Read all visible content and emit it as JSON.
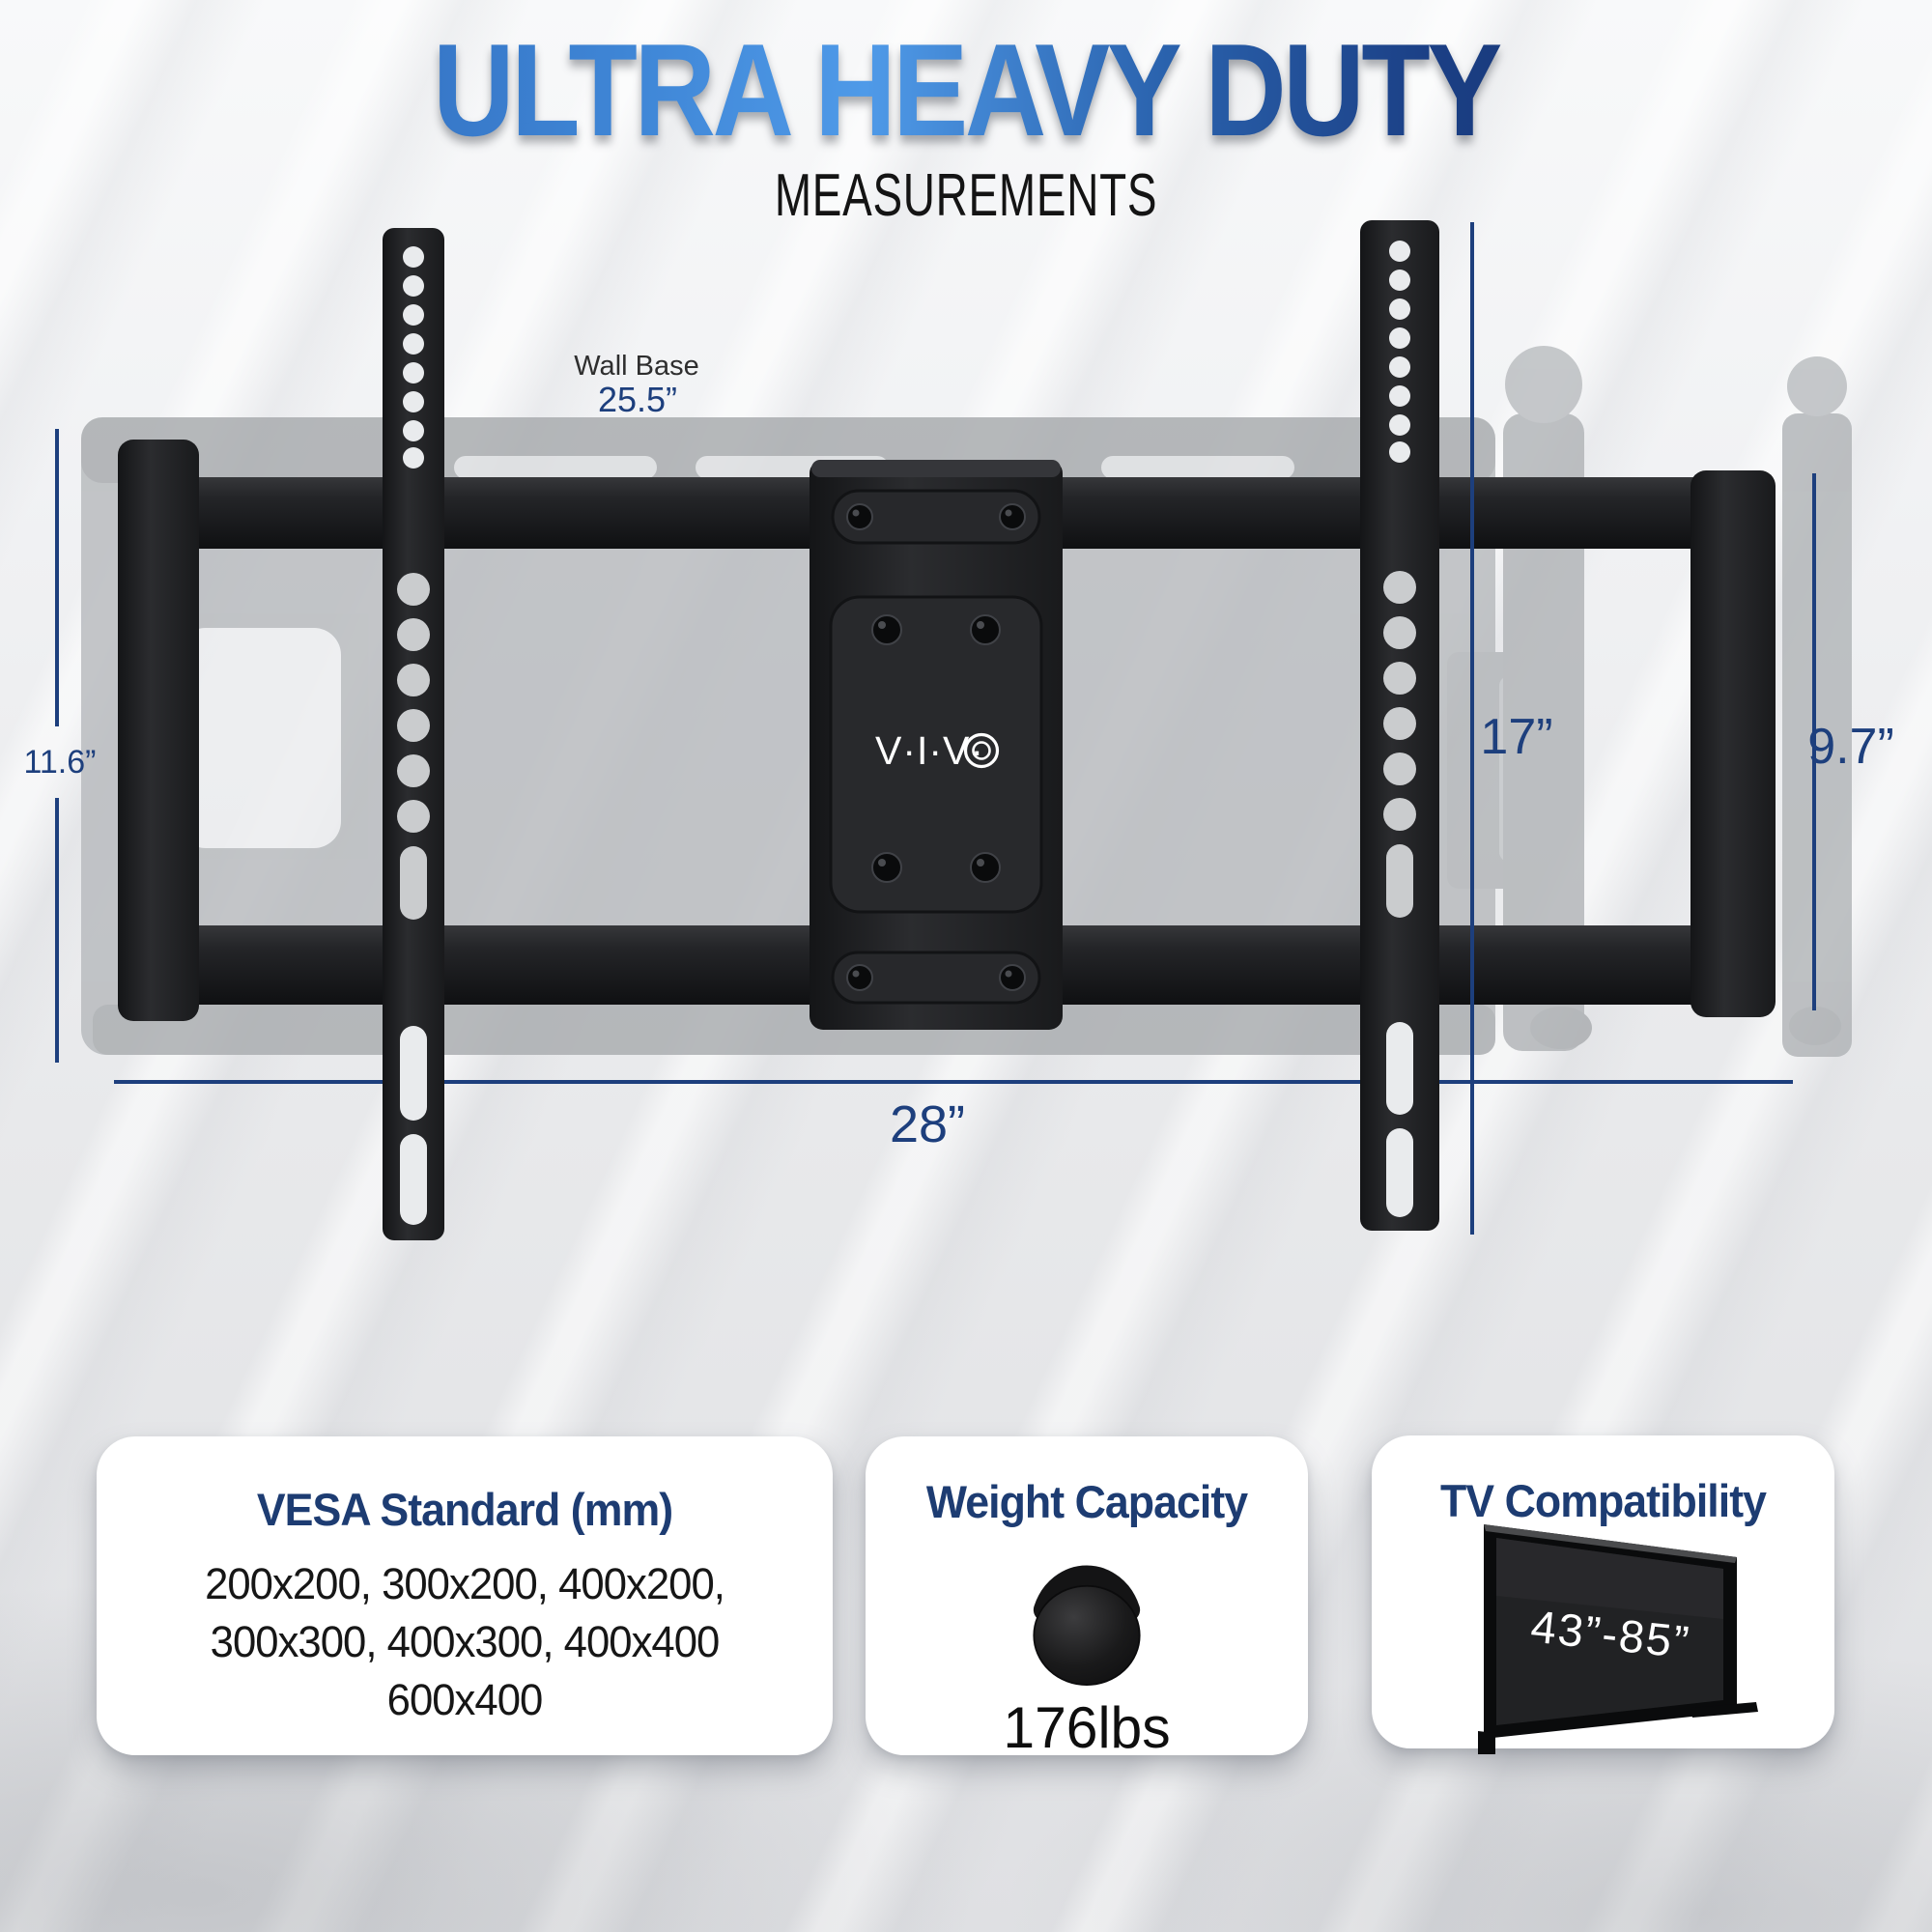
{
  "header": {
    "title": "ULTRA HEAVY DUTY",
    "subtitle": "MEASUREMENTS"
  },
  "diagram": {
    "brand": {
      "logo_text": "V·I·V·"
    },
    "labels": {
      "wall_base_title": "Wall Base",
      "wall_base_value": "25.5”",
      "plate_height": "11.6”",
      "bracket_height": "17”",
      "arm_depth": "9.7”",
      "mount_width": "28”"
    }
  },
  "cards": {
    "vesa": {
      "title": "VESA Standard (mm)",
      "line1": "200x200, 300x200, 400x200,",
      "line2": "300x300, 400x300, 400x400",
      "line3": "600x400"
    },
    "weight": {
      "title": "Weight Capacity",
      "value": "176lbs"
    },
    "tv": {
      "title": "TV Compatibility",
      "value": "43”-85”"
    }
  },
  "colors": {
    "dimension_line": "#1d3f7d",
    "title_blue_light": "#4f9ae8",
    "title_blue_dark": "#122e63",
    "card_title_navy": "#1d3c72",
    "mount_black": "#1d1e20",
    "ghost_gray": "#b5b8bb"
  }
}
